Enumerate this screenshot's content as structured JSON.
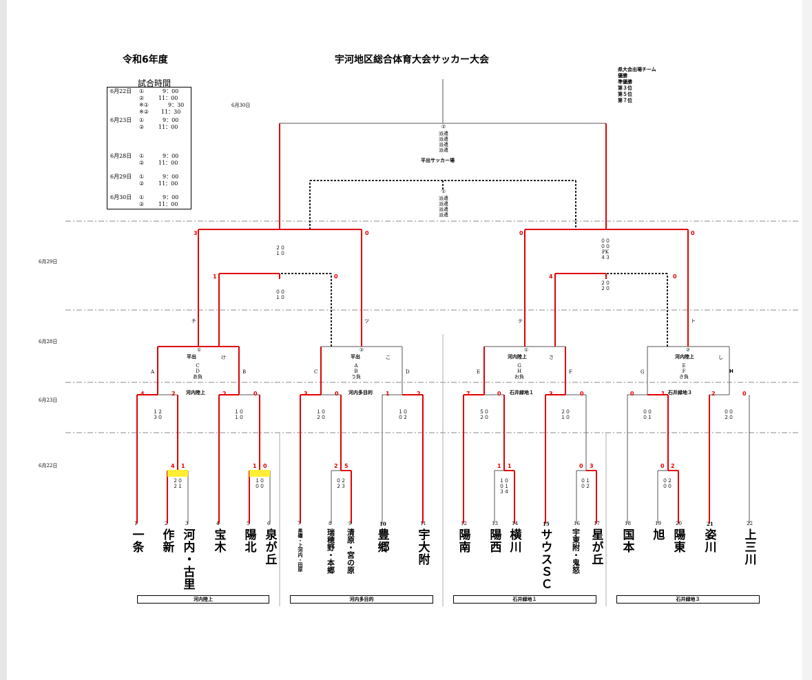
{
  "header": {
    "year": "令和6年度",
    "title": "宇河地区総合体育大会サッカー大会",
    "schedule_label": "試合時間",
    "legend": [
      "県大会出場チーム",
      "優勝",
      "準優勝",
      "第３位",
      "第５位",
      "第７位"
    ]
  },
  "schedule": [
    {
      "date": "6月22日",
      "rows": [
        [
          "①",
          "9：00"
        ],
        [
          "②",
          "11：00"
        ],
        [
          "※①",
          "9：30"
        ],
        [
          "※②",
          "11：30"
        ]
      ]
    },
    {
      "date": "6月23日",
      "rows": [
        [
          "①",
          "9：00"
        ],
        [
          "②",
          "11：00"
        ]
      ]
    },
    {
      "date": "6月28日",
      "rows": [
        [
          "①",
          "9：00"
        ],
        [
          "②",
          "11：00"
        ]
      ]
    },
    {
      "date": "6月29日",
      "rows": [
        [
          "①",
          "9：00"
        ],
        [
          "②",
          "11：00"
        ]
      ]
    },
    {
      "date": "6月30日",
      "rows": [
        [
          "①",
          "9：00"
        ],
        [
          "②",
          "11：00"
        ]
      ]
    }
  ],
  "dates": {
    "d30": "6月30日",
    "d29": "6月29日",
    "d28": "6月28日",
    "d23": "6月23日",
    "d22": "6月22日"
  },
  "final": {
    "num": "②",
    "lines": "派遣\n派遣\n派遣\n派遣",
    "venue": "平出サッカー場"
  },
  "third": {
    "num": "①",
    "lines": "派遣\n派遣\n派遣\n派遣"
  },
  "teams": [
    {
      "no": "1",
      "name": "一条"
    },
    {
      "no": "2",
      "name": "作新"
    },
    {
      "no": "3",
      "name": "河内・古里"
    },
    {
      "no": "4",
      "name": "宝木"
    },
    {
      "no": "5",
      "name": "陽北"
    },
    {
      "no": "6",
      "name": "泉が丘"
    },
    {
      "no": "7",
      "name": "黒磯・上河内・田原"
    },
    {
      "no": "8",
      "name": "瑞穂野・本郷"
    },
    {
      "no": "9",
      "name": "清原・宮の原"
    },
    {
      "no": "10",
      "name": "豊郷"
    },
    {
      "no": "11",
      "name": "宇大附"
    },
    {
      "no": "12",
      "name": "陽南"
    },
    {
      "no": "13",
      "name": "陽西"
    },
    {
      "no": "14",
      "name": "横川"
    },
    {
      "no": "15",
      "name": "サウスＳＣ"
    },
    {
      "no": "16",
      "name": "宇東附・鬼怒"
    },
    {
      "no": "17",
      "name": "星が丘"
    },
    {
      "no": "18",
      "name": "国本"
    },
    {
      "no": "19",
      "name": "旭"
    },
    {
      "no": "20",
      "name": "陽東"
    },
    {
      "no": "21",
      "name": "姿川"
    },
    {
      "no": "22",
      "name": "上三川"
    }
  ],
  "venues_bottom": [
    "河内陸上",
    "河内多目的",
    "石井緑地１",
    "石井緑地３"
  ],
  "venues_r2": [
    "河内陸上",
    "河内多目的",
    "石井緑地１",
    "石井緑地３"
  ],
  "qf": [
    {
      "num": "①",
      "venue": "平出",
      "side": "け",
      "lines": "C\nD\nあ負",
      "left": "A",
      "right": "B"
    },
    {
      "num": "②",
      "venue": "平出",
      "side": "こ",
      "lines": "A\nB\nう負",
      "left": "C",
      "right": "D"
    },
    {
      "num": "①",
      "venue": "河内陸上",
      "side": "さ",
      "lines": "G\nH\nお負",
      "left": "E",
      "right": "F"
    },
    {
      "num": "②",
      "venue": "河内陸上",
      "side": "し",
      "lines": "E\nF\nき負",
      "left": "G",
      "right": "H"
    }
  ],
  "kana": [
    "チ",
    "ツ",
    "テ",
    "ト"
  ],
  "scores": {
    "r1": [
      "4",
      "1",
      "1",
      "0",
      "2",
      "5",
      "1",
      "1",
      "0",
      "3",
      "0",
      "2"
    ],
    "r2": [
      "4",
      "2",
      "2",
      "0",
      "3",
      "0",
      "1",
      "2",
      "7",
      "0",
      "3",
      "0",
      "0",
      "1",
      "2",
      "0"
    ],
    "qf": [
      "1",
      "0",
      "4",
      "0"
    ],
    "sf": [
      "3",
      "0",
      "0",
      "0"
    ]
  },
  "pk": {
    "r1": [
      "２０\n２１",
      "１０\n００",
      "０２\n２３",
      "１０\n０１\n３４",
      "０１\n０２",
      "０２\n００"
    ],
    "r2": [
      "１２\n３０",
      "１０\n１０",
      "１０\n２０",
      "１０\n０２",
      "５０\n２０",
      "２０\n１０",
      "００\n０１",
      "００\n２０"
    ],
    "qf": [
      "００\n１０",
      "２０\n２０"
    ],
    "sf": [
      "２０\n１０",
      "００\n００\nPK\n４３"
    ]
  },
  "colors": {
    "win": "#e00000",
    "line": "#555555",
    "highlight": "#ffee33"
  }
}
